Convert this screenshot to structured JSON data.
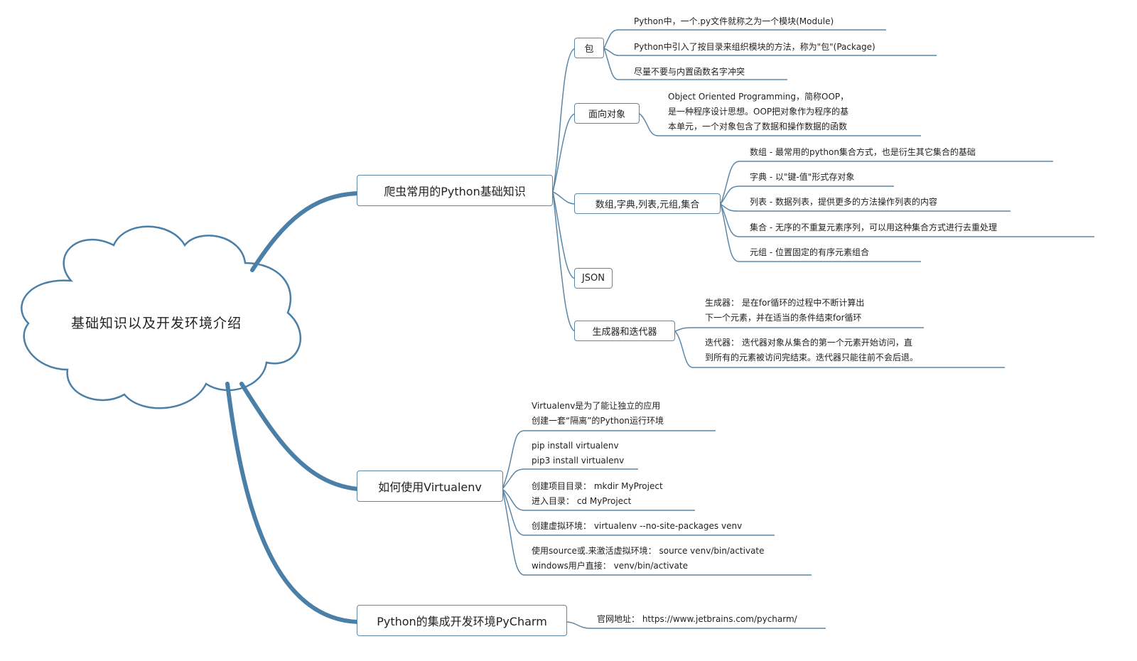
{
  "root": {
    "label": "基础知识以及开发环境介绍"
  },
  "branch1": {
    "label": "爬虫常用的Python基础知识",
    "packages": {
      "label": "包",
      "leaves": [
        "Python中，一个.py文件就称之为一个模块(Module)",
        "Python中引入了按目录来组织模块的方法，称为\"包\"(Package)",
        "尽量不要与内置函数名字冲突"
      ]
    },
    "oop": {
      "label": "面向对象",
      "lines": [
        "Object Oriented Programming，简称OOP，",
        "是一种程序设计思想。OOP把对象作为程序的基",
        "本单元，一个对象包含了数据和操作数据的函数"
      ]
    },
    "collections": {
      "label": "数组,字典,列表,元组,集合",
      "leaves": [
        "数组 - 最常用的python集合方式，也是衍生其它集合的基础",
        "字典 - 以\"键-值\"形式存对象",
        "列表 - 数据列表，提供更多的方法操作列表的内容",
        "集合 - 无序的不重复元素序列，可以用这种集合方式进行去重处理",
        "元组 - 位置固定的有序元素组合"
      ]
    },
    "json": {
      "label": "JSON"
    },
    "generators": {
      "label": "生成器和迭代器",
      "generator_lines": [
        "生成器： 是在for循环的过程中不断计算出",
        "下一个元素，并在适当的条件结束for循环"
      ],
      "iterator_lines": [
        "迭代器： 迭代器对象从集合的第一个元素开始访问，直",
        "到所有的元素被访问完结束。迭代器只能往前不会后退。"
      ]
    }
  },
  "branch2": {
    "label": "如何使用Virtualenv",
    "leaves": [
      [
        "Virtualenv是为了能让独立的应用",
        "创建一套“隔离”的Python运行环境"
      ],
      [
        "pip install virtualenv",
        "pip3 install virtualenv"
      ],
      [
        "创建项目目录： mkdir MyProject",
        "进入目录： cd MyProject"
      ],
      [
        "创建虚拟环境： virtualenv --no-site-packages venv"
      ],
      [
        "使用source或.来激活虚拟环境： source venv/bin/activate",
        "windows用户直接： venv/bin/activate"
      ]
    ]
  },
  "branch3": {
    "label": "Python的集成开发环境PyCharm",
    "leaf": "官网地址： https://www.jetbrains.com/pycharm/"
  },
  "colors": {
    "line": "#5b87a8",
    "thick": "#4a7fa8",
    "text": "#222222"
  }
}
